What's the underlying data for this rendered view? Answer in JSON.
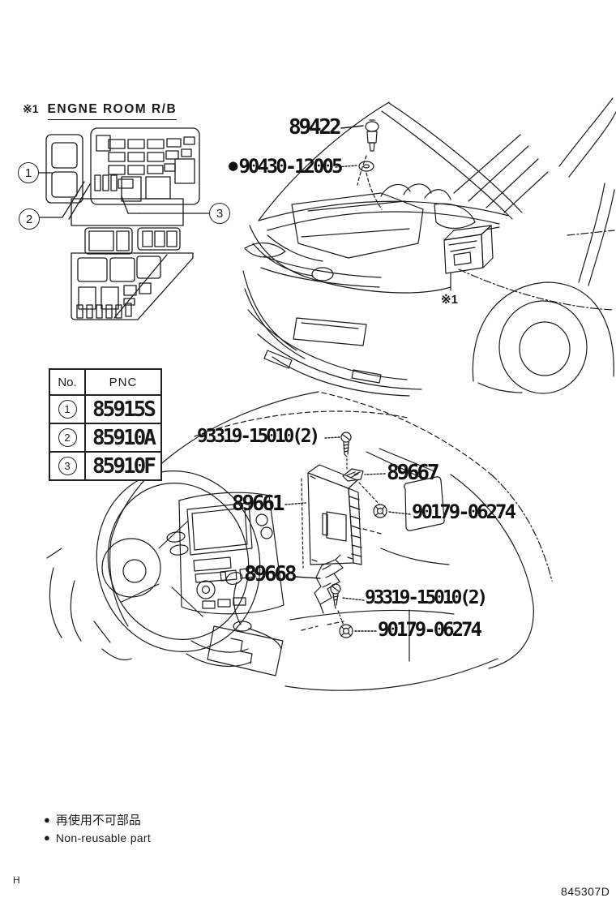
{
  "page": {
    "sheet_code": "H",
    "figure_number": "845307D"
  },
  "colors": {
    "ink": "#1a1a1a",
    "paper": "#ffffff"
  },
  "engine_room": {
    "note_ref": "※1",
    "title": "ENGNE ROOM R/B",
    "callouts": [
      {
        "no": "1"
      },
      {
        "no": "2"
      },
      {
        "no": "3"
      }
    ]
  },
  "engine_bay": {
    "temp_sensor": "89422",
    "grommet_marker": "●",
    "grommet": "90430-12005",
    "relay_box_ref": "※1"
  },
  "pnc_table": {
    "col_no": "No.",
    "col_pnc": "PNC",
    "rows": [
      {
        "no": "1",
        "pnc": "85915S"
      },
      {
        "no": "2",
        "pnc": "85910A"
      },
      {
        "no": "3",
        "pnc": "85910F"
      }
    ]
  },
  "interior": {
    "screw_upper": "93319-15010(2)",
    "clip": "89667",
    "ecu": "89661",
    "nut_upper": "90179-06274",
    "bracket": "89668",
    "screw_lower": "93319-15010(2)",
    "nut_lower": "90179-06274"
  },
  "legend": {
    "bullet": "●",
    "line_jp": "再使用不可部品",
    "line_en": "Non-reusable part"
  }
}
